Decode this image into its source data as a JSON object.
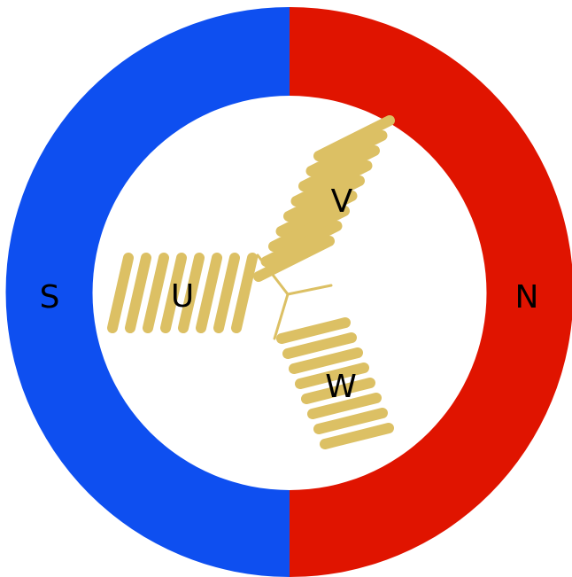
{
  "stator": {
    "south_pole": {
      "label": "S",
      "color": "#0e4ff0"
    },
    "north_pole": {
      "label": "N",
      "color": "#e01400"
    }
  },
  "coils": {
    "color": "#dcc064",
    "u": {
      "label": "U"
    },
    "v": {
      "label": "V"
    },
    "w": {
      "label": "W"
    }
  },
  "background_color": "#ffffff"
}
